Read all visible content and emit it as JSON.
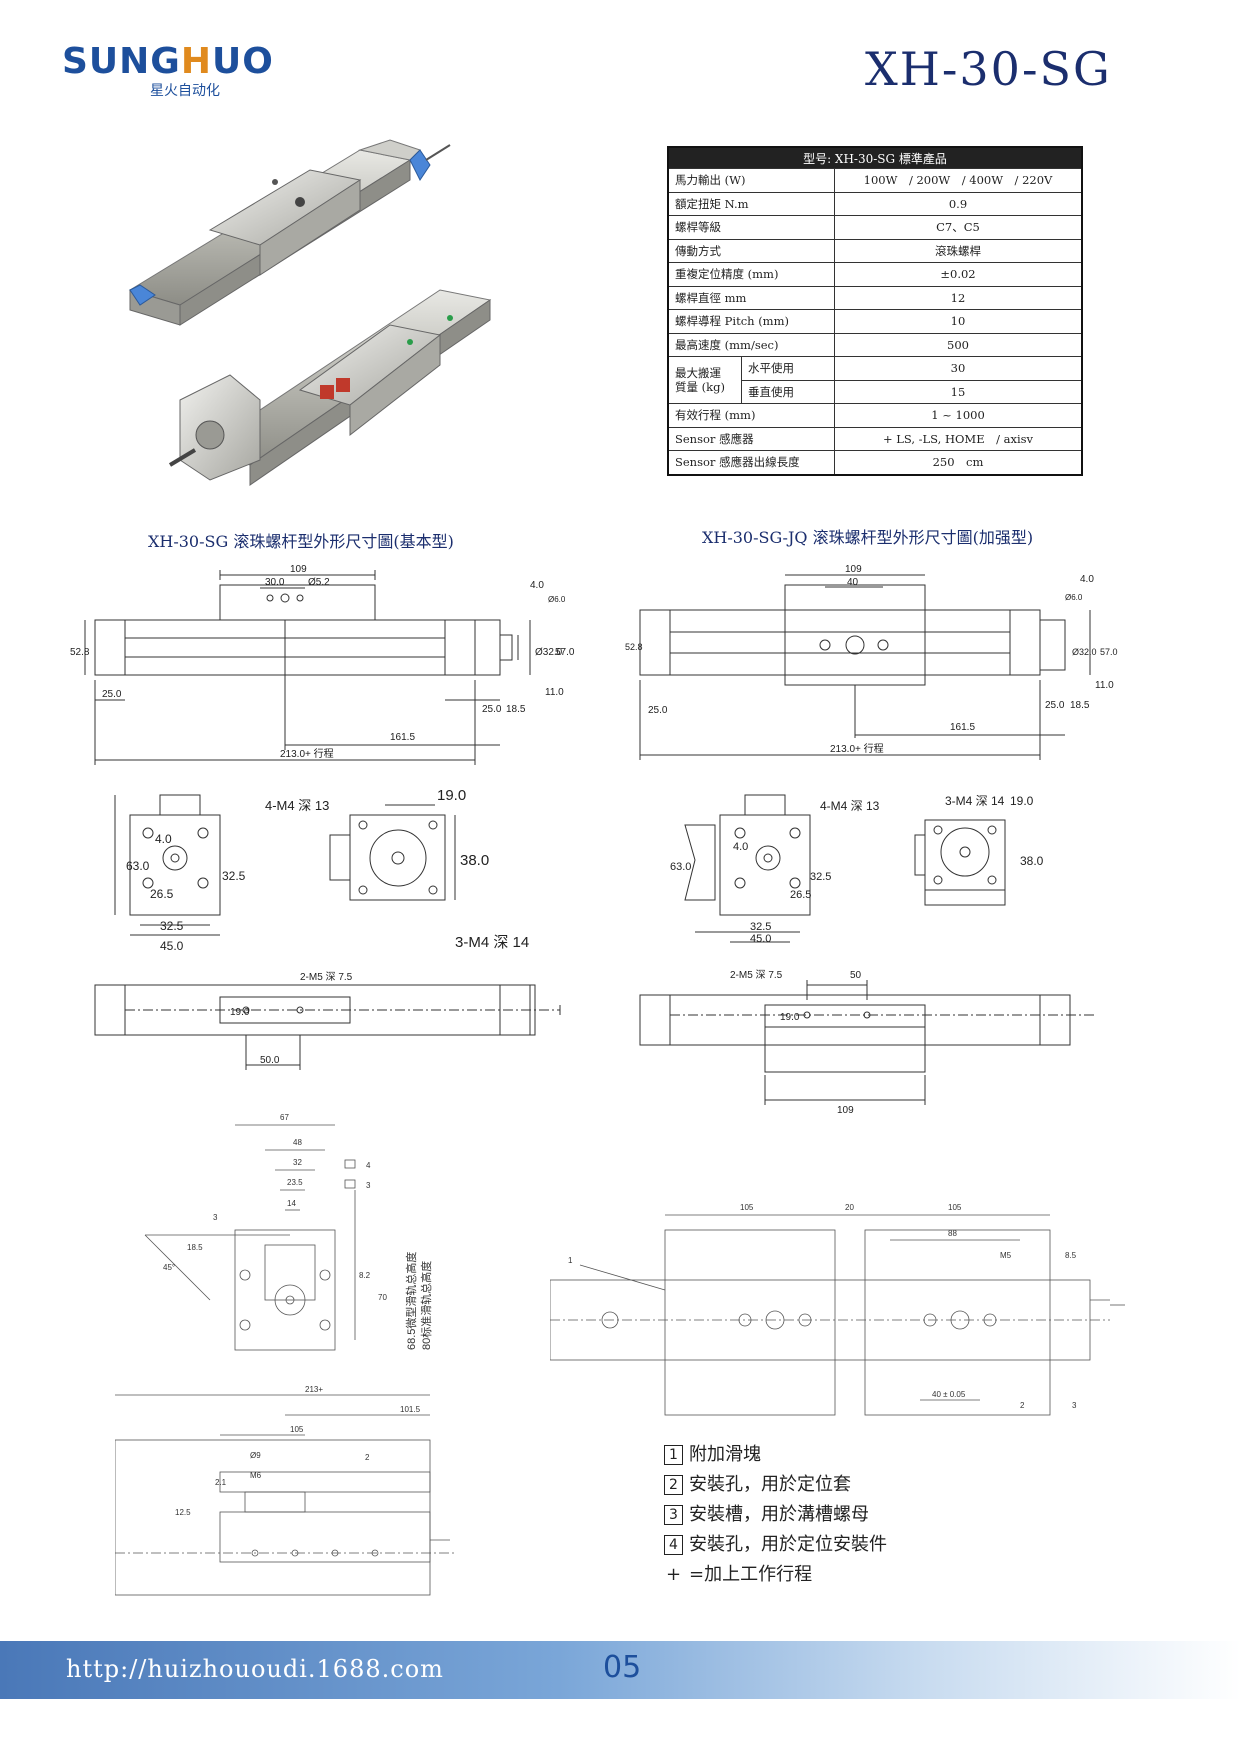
{
  "header": {
    "logo_text_1": "SUNG",
    "logo_text_2": "H",
    "logo_text_3": "UO",
    "logo_sub": "星火自动化",
    "model": "XH-30-SG"
  },
  "spec_table": {
    "title": "型号: XH-30-SG 標準產品",
    "rows": [
      {
        "label": "馬力輸出 (W)",
        "value": "100W　/ 200W　/ 400W　/ 220V"
      },
      {
        "label": "額定扭矩 N.m",
        "value": "0.9"
      },
      {
        "label": "螺桿等級",
        "value": "C7、C5"
      },
      {
        "label": "傳動方式",
        "value": "滾珠螺桿"
      },
      {
        "label": "重複定位精度 (mm)",
        "value": "±0.02"
      },
      {
        "label": "螺桿直徑 mm",
        "value": "12"
      },
      {
        "label": "螺桿導程 Pitch (mm)",
        "value": "10"
      },
      {
        "label": "最高速度 (mm/sec)",
        "value": "500"
      }
    ],
    "load_label": "最大搬運 質量 (kg)",
    "load_rows": [
      {
        "label": "水平使用",
        "value": "30"
      },
      {
        "label": "垂直使用",
        "value": "15"
      }
    ],
    "rows2": [
      {
        "label": "有效行程 (mm)",
        "value": "1 ~ 1000"
      },
      {
        "label": "Sensor 感應器",
        "value": "+ LS, -LS, HOME　/ axisv"
      },
      {
        "label": "Sensor 感應器出線長度",
        "value": "250　cm"
      }
    ]
  },
  "sections": {
    "basic_title": "XH-30-SG 滚珠螺杆型外形尺寸圖(基本型)",
    "enhanced_title": "XH-30-SG-JQ 滚珠螺杆型外形尺寸圖(加强型)"
  },
  "dims_basic": {
    "d109": "109",
    "d30": "30.0",
    "d5_2": "Ø5.2",
    "d4": "4.0",
    "d6": "Ø6.0",
    "d52_8": "52.8",
    "d32": "Ø32.0",
    "d57": "57.0",
    "d11": "11.0",
    "d25a": "25.0",
    "d25b": "25.0",
    "d18_5": "18.5",
    "d161_5": "161.5",
    "d213": "213.0+ 行程",
    "m4_13": "4-M4 深 13",
    "d63": "63.0",
    "d4b": "4.0",
    "d26_5": "26.5",
    "d32_5": "32.5",
    "d32_5b": "32.5",
    "d45": "45.0",
    "d19": "19.0",
    "d38": "38.0",
    "m4_14": "3-M4 深 14",
    "m5": "2-M5 深 7.5",
    "d19b": "19.0",
    "d50": "50.0"
  },
  "dims_enh": {
    "d109": "109",
    "d40": "40",
    "d4": "4.0",
    "d6": "Ø6.0",
    "d52_8": "52.8",
    "d32": "Ø32.0",
    "d57": "57.0",
    "d11": "11.0",
    "d25a": "25.0",
    "d25b": "25.0",
    "d18_5": "18.5",
    "d161_5": "161.5",
    "d213": "213.0+ 行程",
    "m4_13": "4-M4 深 13",
    "m4_14": "3-M4 深 14",
    "d19": "19.0",
    "d63": "63.0",
    "d4b": "4.0",
    "d26_5": "26.5",
    "d32_5": "32.5",
    "d32_5b": "32.5",
    "d45": "45.0",
    "d38": "38.0",
    "m5": "2-M5 深 7.5",
    "d50": "50",
    "d19b": "19.0",
    "d109b": "109"
  },
  "dims_lower": {
    "d67": "67",
    "d48": "48",
    "d32": "32",
    "d23_5": "23.5",
    "d14": "14",
    "d3": "3",
    "d18_5": "18.5",
    "d45deg": "45°",
    "d8_2": "8.2",
    "d70": "70",
    "h1": "68.5微型滑轨总高度",
    "h2": "80标准滑轨总高度",
    "c4": "4",
    "c3": "3",
    "d213": "213+",
    "d101_5": "101.5",
    "d105": "105",
    "d9": "Ø9",
    "m6": "M6",
    "d2_1": "2.1",
    "d12_5": "12.5",
    "c2": "2",
    "r105a": "105",
    "r20": "20",
    "r105b": "105",
    "r88": "88",
    "rm5": "M5",
    "r8_5": "8.5",
    "r40": "40 ± 0.05",
    "rc1": "1",
    "rc2": "2",
    "rc3": "3"
  },
  "legend": [
    {
      "num": "1",
      "text": "附加滑塊"
    },
    {
      "num": "2",
      "text": "安裝孔，用於定位套"
    },
    {
      "num": "3",
      "text": "安裝槽，用於溝槽螺母"
    },
    {
      "num": "4",
      "text": "安裝孔，用於定位安裝件"
    }
  ],
  "legend_plus": {
    "symbol": "+",
    "text": "=加上工作行程"
  },
  "footer": {
    "url": "http://huizhououdi.1688.com",
    "page": "05"
  }
}
